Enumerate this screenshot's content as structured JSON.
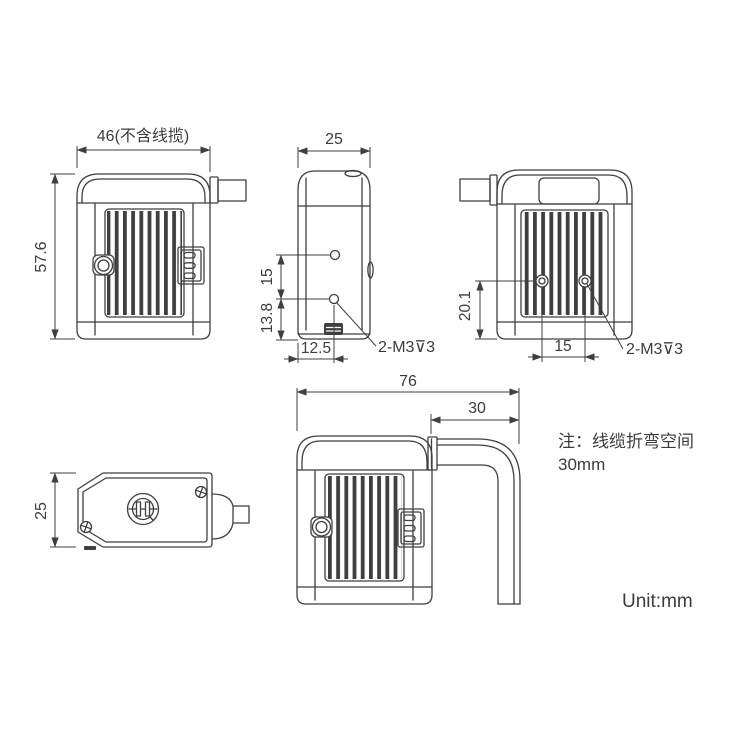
{
  "drawing": {
    "unit_label": "Unit:mm",
    "note": {
      "line1": "注：线缆折弯空间",
      "line2": "30mm"
    },
    "front_view": {
      "width": "46(不含线揽)",
      "height": "57.6"
    },
    "side_view": {
      "width": "25",
      "hole_spacing": "15",
      "hole_to_bottom": "13.8",
      "hole_offset": "12.5",
      "thread": "2-M3⊽3"
    },
    "rear_view": {
      "hole_height": "20.1",
      "hole_spacing": "15",
      "thread": "2-M3⊽3"
    },
    "top_view": {
      "depth": "25"
    },
    "cable_view": {
      "total_length": "76",
      "bend_space": "30"
    },
    "colors": {
      "line": "#3f3f3f",
      "text": "#3c3c3c",
      "background": "#ffffff"
    }
  }
}
